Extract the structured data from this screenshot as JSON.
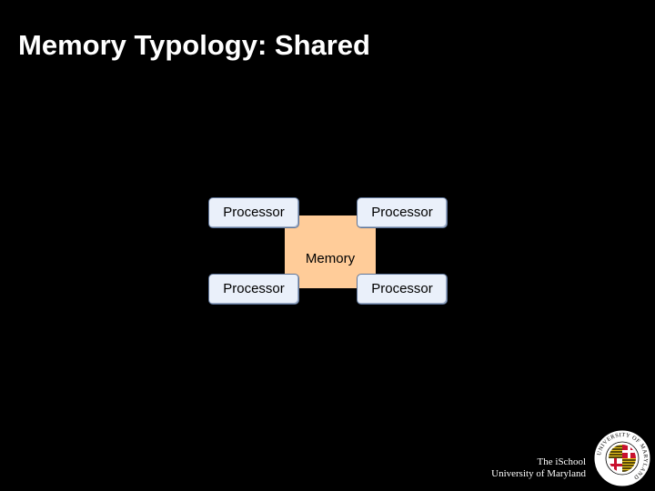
{
  "title": "Memory Typology: Shared",
  "diagram": {
    "center": {
      "label": "Memory"
    },
    "processors": [
      {
        "label": "Processor"
      },
      {
        "label": "Processor"
      },
      {
        "label": "Processor"
      },
      {
        "label": "Processor"
      }
    ]
  },
  "footer": {
    "line1": "The iSchool",
    "line2": "University of Maryland"
  },
  "seal": {
    "text": "UNIVERSITY OF MARYLAND"
  },
  "colors": {
    "background": "#000000",
    "memory_fill": "#ffcc99",
    "processor_fill": "#eaf0fa",
    "processor_border": "#5f7599"
  }
}
